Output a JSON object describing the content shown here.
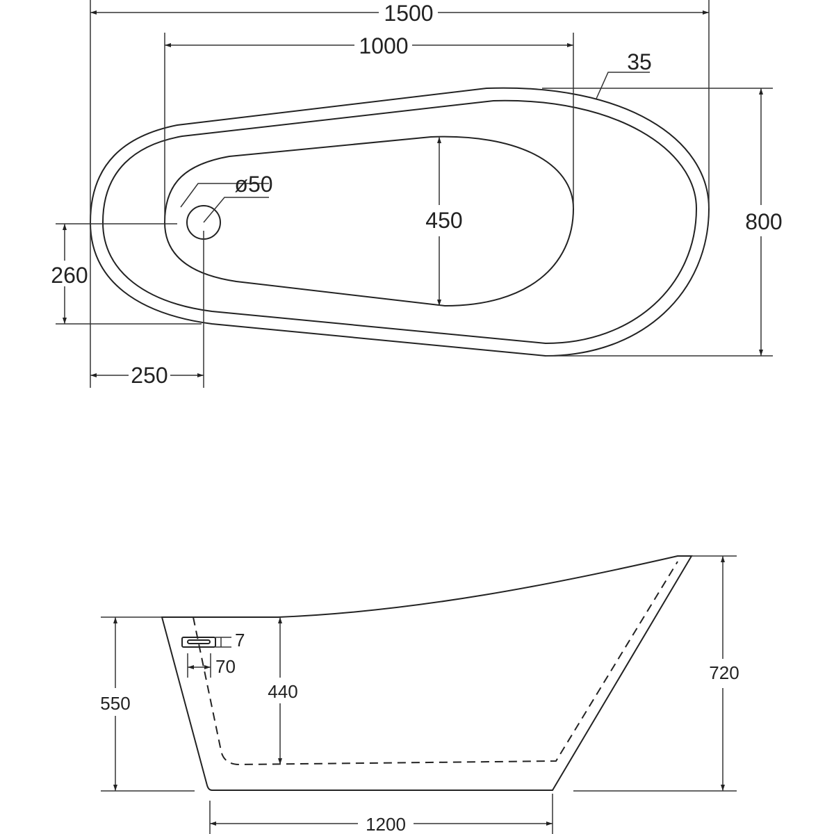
{
  "top_view": {
    "overall_length": "1500",
    "basin_length": "1000",
    "rim_width": "35",
    "drain_diameter": "ø50",
    "basin_width": "450",
    "overall_width": "800",
    "drain_offset_y": "260",
    "drain_offset_x": "250"
  },
  "side_view": {
    "low_end_height": "550",
    "overflow_height": "7",
    "overflow_width": "70",
    "inner_depth": "440",
    "high_end_height": "720",
    "base_length": "1200"
  }
}
